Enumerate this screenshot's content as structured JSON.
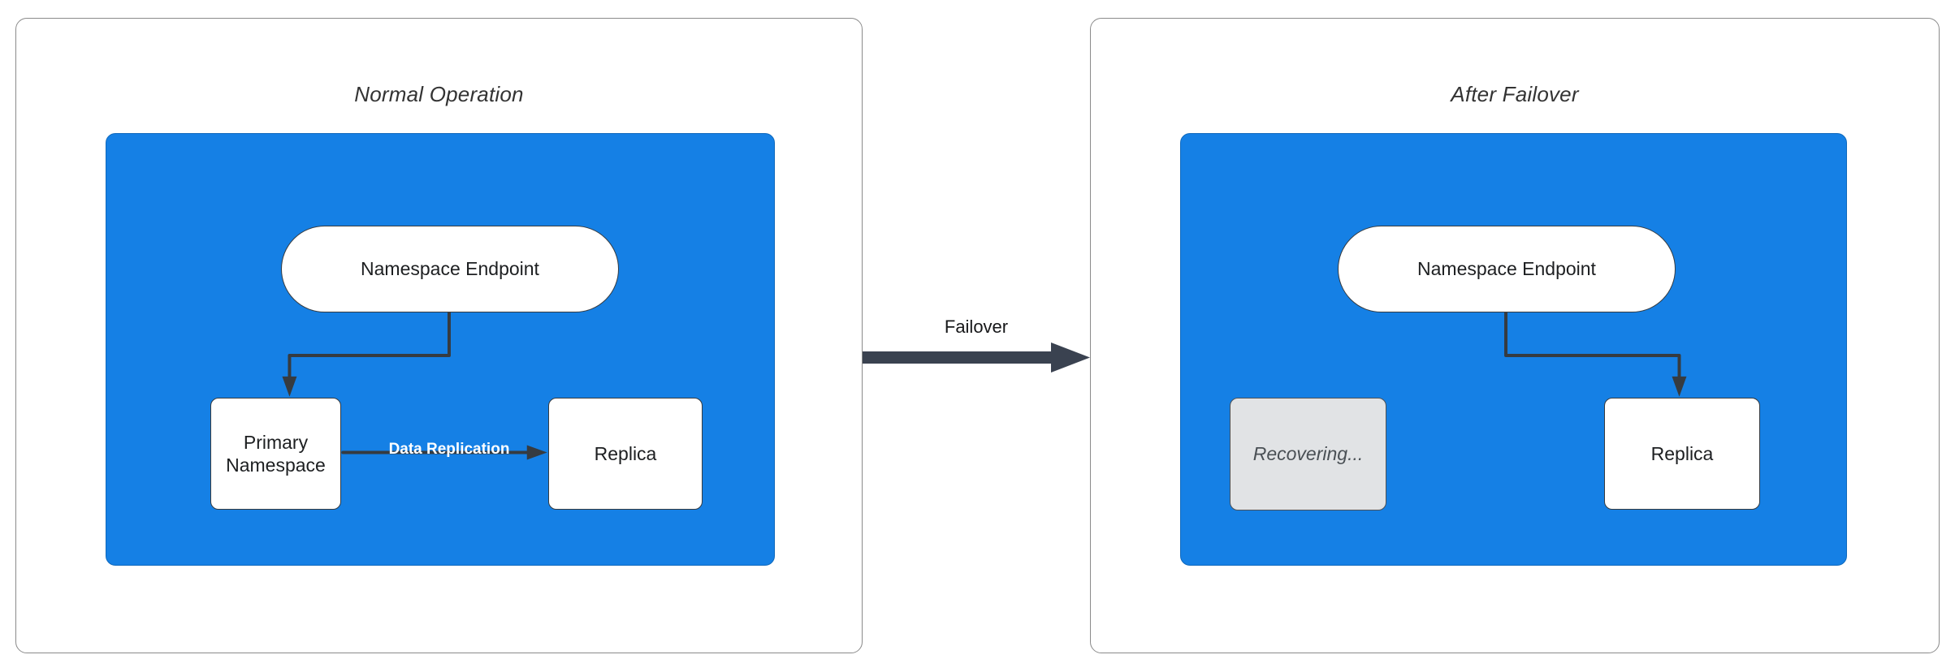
{
  "diagram": {
    "type": "failover-architecture-diagram",
    "accent_blue": "#1580E5",
    "node_stroke": "#363B40",
    "recovering_fill": "#E1E3E5",
    "arrow_color": "#3A4250",
    "panels": [
      {
        "id": "normal-operation",
        "title": "Normal Operation",
        "nodes": [
          {
            "id": "namespace-endpoint",
            "label": "Namespace Endpoint",
            "shape": "stadium",
            "fill": "#FFFFFF"
          },
          {
            "id": "primary-namespace",
            "label": "Primary\nNamespace",
            "shape": "rect",
            "fill": "#FFFFFF"
          },
          {
            "id": "replica",
            "label": "Replica",
            "shape": "rect",
            "fill": "#FFFFFF"
          }
        ],
        "edges": [
          {
            "from": "namespace-endpoint",
            "to": "primary-namespace",
            "label": ""
          },
          {
            "from": "primary-namespace",
            "to": "replica",
            "label": "Data Replication"
          }
        ]
      },
      {
        "id": "after-failover",
        "title": "After Failover",
        "nodes": [
          {
            "id": "namespace-endpoint",
            "label": "Namespace Endpoint",
            "shape": "stadium",
            "fill": "#FFFFFF"
          },
          {
            "id": "recovering",
            "label": "Recovering...",
            "shape": "rect",
            "fill": "#E1E3E5"
          },
          {
            "id": "replica",
            "label": "Replica",
            "shape": "rect",
            "fill": "#FFFFFF"
          }
        ],
        "edges": [
          {
            "from": "namespace-endpoint",
            "to": "replica",
            "label": ""
          }
        ]
      }
    ],
    "transition": {
      "label": "Failover",
      "direction": "left-to-right"
    }
  }
}
